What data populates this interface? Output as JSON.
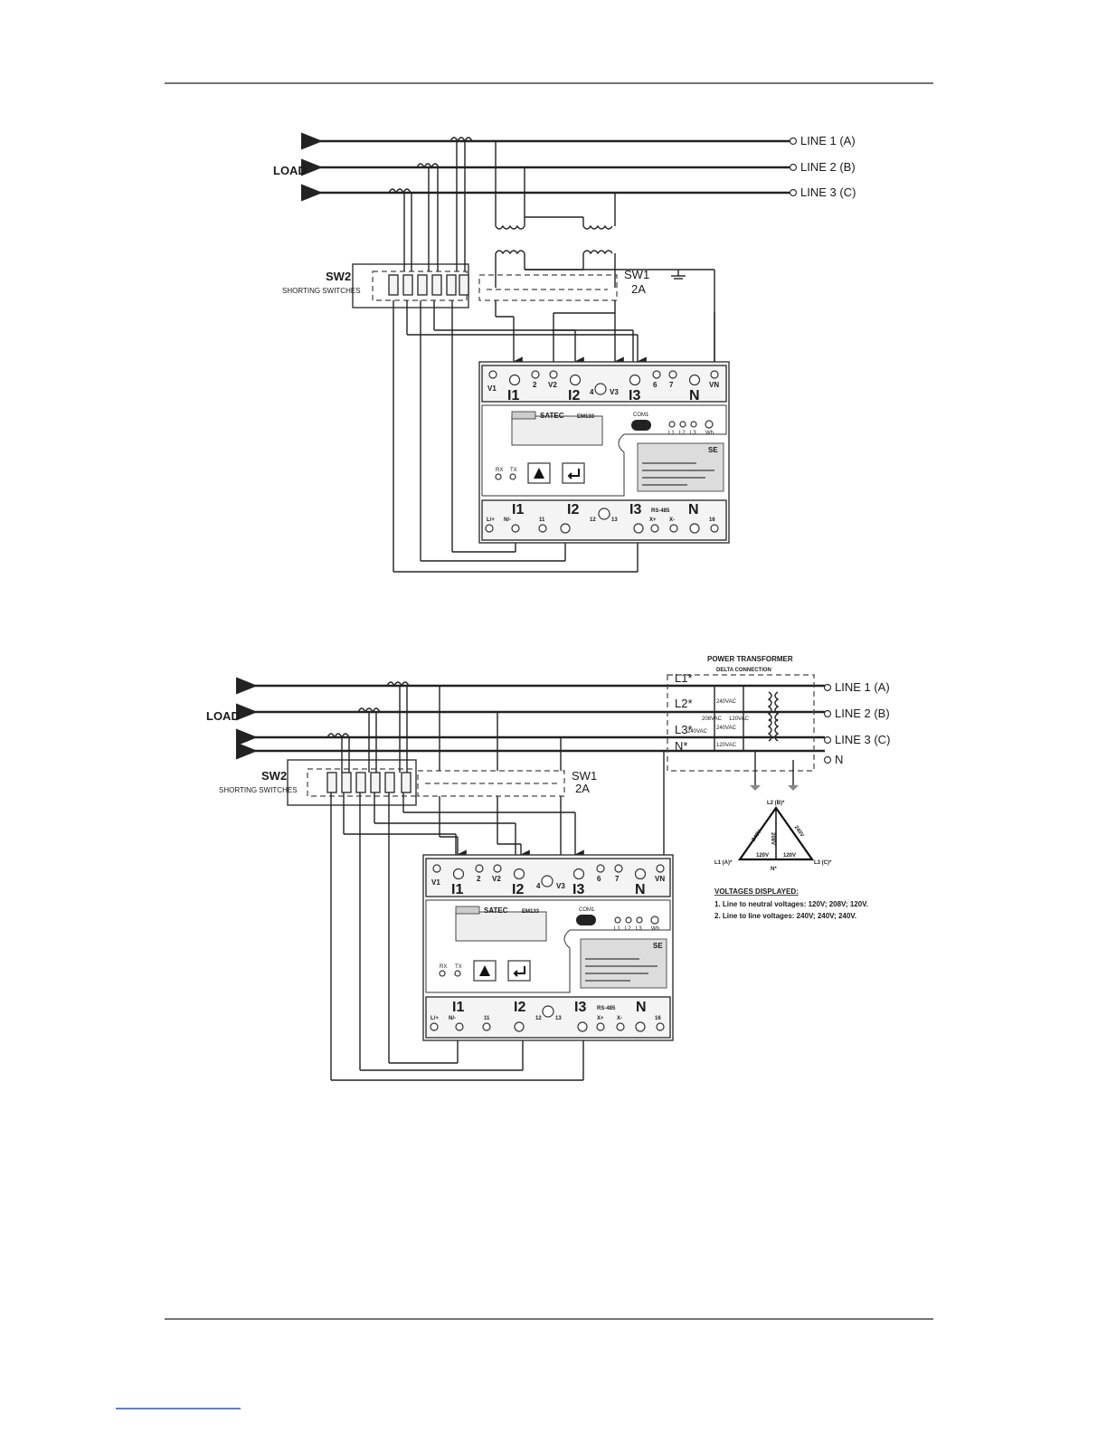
{
  "diagram1": {
    "load": "LOAD",
    "lines": [
      "LINE 1 (A)",
      "LINE 2 (B)",
      "LINE 3 (C)"
    ],
    "sw2": "SW2",
    "shorting": "SHORTING SWITCHES",
    "sw1": "SW1",
    "sw1_rating": "2A",
    "meter": {
      "top_terminals": [
        "V1",
        "2",
        "V2",
        "4",
        "V3",
        "6",
        "7",
        "VN"
      ],
      "top_big": [
        "I1",
        "I2",
        "I3",
        "N"
      ],
      "brand": "SATEC",
      "model": "EM133",
      "comm": "COM1",
      "rx": "RX",
      "tx": "TX",
      "leds": [
        "L1",
        "L2",
        "L3",
        "Wh"
      ],
      "se": "SE",
      "bottom_terminals": [
        "L/+",
        "N/-",
        "11",
        "12",
        "13",
        "X+",
        "X-",
        "16"
      ],
      "bottom_big": [
        "I1",
        "I2",
        "I3",
        "N"
      ],
      "rs485": "RS-485"
    }
  },
  "diagram2": {
    "load": "LOAD",
    "lines": [
      "LINE 1 (A)",
      "LINE 2 (B)",
      "LINE 3 (C)",
      "N"
    ],
    "sw2": "SW2",
    "shorting": "SHORTING SWITCHES",
    "sw1": "SW1",
    "sw1_rating": "2A",
    "transformer_title": "POWER TRANSFORMER",
    "transformer_sub": "DELTA CONNECTION",
    "tx_labels": [
      "L1*",
      "L2*",
      "L3*",
      "N*"
    ],
    "tx_volts": [
      "240VAC",
      "208VAC",
      "120VAC",
      "240VAC",
      "120VAC",
      "240VAC"
    ],
    "delta": {
      "top": "L2 (B)*",
      "left": "L1 (A)*",
      "right": "L3 (C)*",
      "bottom": "N*",
      "left_side": "240V",
      "right_side": "240V",
      "center": "208V",
      "bottom_left": "120V",
      "bottom_right": "120V"
    },
    "voltages_title": "VOLTAGES   DISPLAYED:",
    "voltages_items": [
      "1. Line to neutral voltages: 120V; 208V; 120V.",
      "2. Line to line voltages: 240V; 240V; 240V."
    ]
  }
}
